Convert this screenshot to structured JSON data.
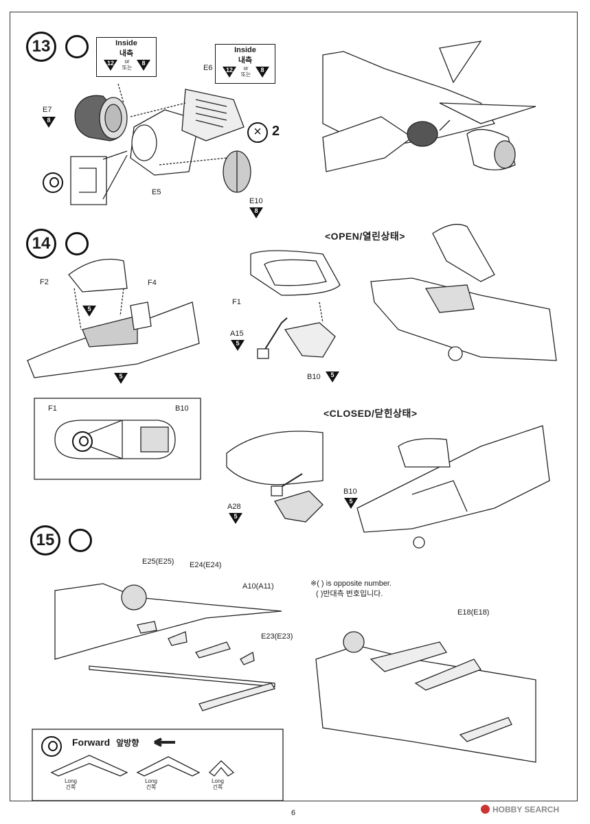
{
  "steps": {
    "s13": "13",
    "s14": "14",
    "s15": "15"
  },
  "step13": {
    "box1": {
      "inside_en": "Inside",
      "inside_ko": "내측",
      "num_a": "12",
      "or_en": "or",
      "or_ko": "또는",
      "num_b": "8"
    },
    "box2": {
      "inside_en": "Inside",
      "inside_ko": "내측",
      "num_a": "12",
      "or_en": "or",
      "or_ko": "또는",
      "num_b": "8"
    },
    "e7": "E7",
    "e7_num": "8",
    "e6": "E6",
    "e5": "E5",
    "e10": "E10",
    "e10_num": "8",
    "qty": "2"
  },
  "step14": {
    "open_heading": "<OPEN/열린상태>",
    "closed_heading": "<CLOSED/닫힌상태>",
    "f2": "F2",
    "f4": "F4",
    "f4_num": "5",
    "bottom_num": "5",
    "f1": "F1",
    "a15": "A15",
    "a15_num": "5",
    "b10": "B10",
    "b10_num": "5",
    "detail_f1": "F1",
    "detail_b10": "B10",
    "a28": "A28",
    "a28_num": "5",
    "b10c": "B10",
    "b10c_num": "5"
  },
  "step15": {
    "e25": "E25(E25)",
    "e24": "E24(E24)",
    "a10": "A10(A11)",
    "e23": "E23(E23)",
    "note_en": "※( ) is opposite number.",
    "note_ko": "( )반대측 번호입니다.",
    "e18": "E18(E18)",
    "forward_label": "Forward",
    "forward_ko": "앞방향",
    "long_en": "Long",
    "long_ko": "긴쪽"
  },
  "page_number": "6",
  "watermark": "HOBBY SEARCH"
}
